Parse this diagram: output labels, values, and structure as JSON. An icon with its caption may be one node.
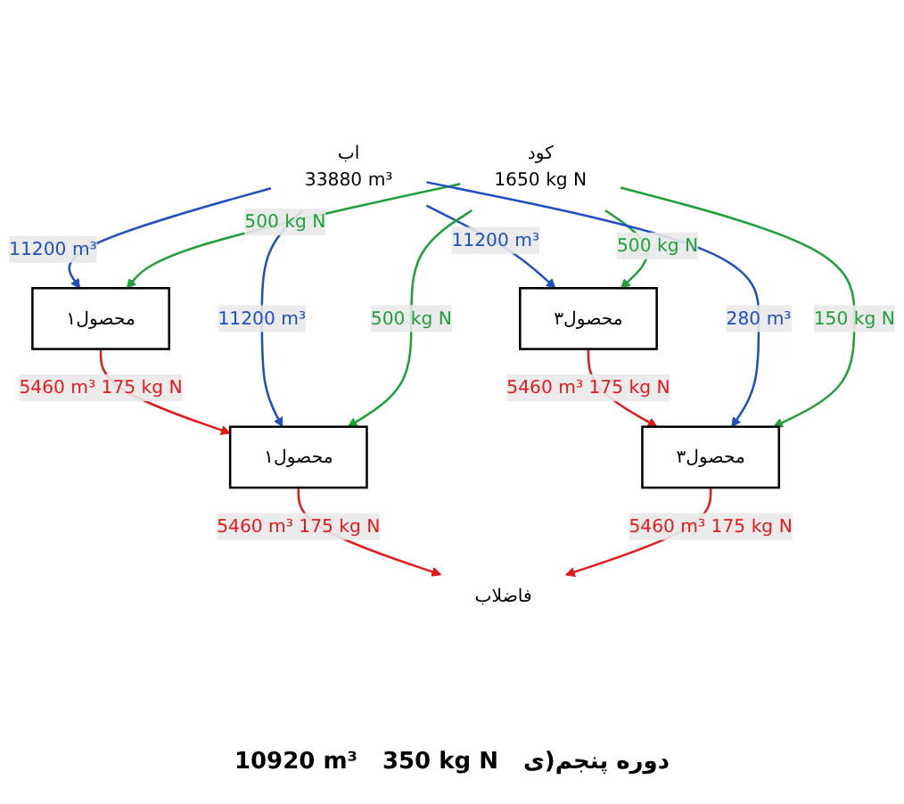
{
  "diagram": {
    "nodes": [
      {
        "text": [
          "اب"
        ],
        "beside": [
          "33880 m³"
        ]
      },
      {
        "text": [
          "کود"
        ],
        "beside": [
          "1650 kg N"
        ]
      },
      {
        "text": [
          "محصول۱"
        ]
      },
      {
        "text": [
          "محصول۳"
        ]
      },
      {
        "text": [
          "محصول۱"
        ]
      },
      {
        "text": [
          "محصول۳"
        ]
      },
      {
        "text": [
          "فاضلاب"
        ]
      }
    ],
    "edges": [
      {
        "from": 0,
        "to": 2,
        "arrow": "to",
        "label": "11200 m³",
        "color": "#1f4fc0"
      },
      {
        "from": 0,
        "to": 3,
        "arrow": "to",
        "label": "11200 m³",
        "color": "#1f4fc0"
      },
      {
        "from": 1,
        "to": 2,
        "arrow": "to",
        "label": "500 kg N",
        "color": "#1fa03a"
      },
      {
        "from": 1,
        "to": 3,
        "arrow": "to",
        "label": "500 kg N",
        "color": "#1fa03a"
      },
      {
        "from": 2,
        "to": 4,
        "arrow": "to",
        "label": "5460 m³ 175 kg N",
        "color": "#e3191c"
      },
      {
        "from": 3,
        "to": 5,
        "arrow": "to",
        "label": "5460 m³ 175 kg N",
        "color": "#e3191c"
      },
      {
        "from": 0,
        "to": 4,
        "arrow": "to",
        "label": "11200 m³",
        "color": "#1f4fc0"
      },
      {
        "from": 0,
        "to": 5,
        "arrow": "to",
        "label": "280 m³",
        "color": "#1f4fc0"
      },
      {
        "from": 1,
        "to": 4,
        "arrow": "to",
        "label": "500 kg N",
        "color": "#1fa03a"
      },
      {
        "from": 1,
        "to": 5,
        "arrow": "to",
        "label": "150 kg N",
        "color": "#1fa03a"
      },
      {
        "from": 4,
        "to": 6,
        "arrow": "to",
        "label": "5460 m³ 175 kg N",
        "color": "#e3191c"
      },
      {
        "from": 5,
        "to": 6,
        "arrow": "to",
        "label": "5460 m³ 175 kg N",
        "color": "#e3191c"
      }
    ],
    "labels": [
      "10920 m³",
      "350 kg N",
      "دوره پنجم(ی"
    ]
  }
}
